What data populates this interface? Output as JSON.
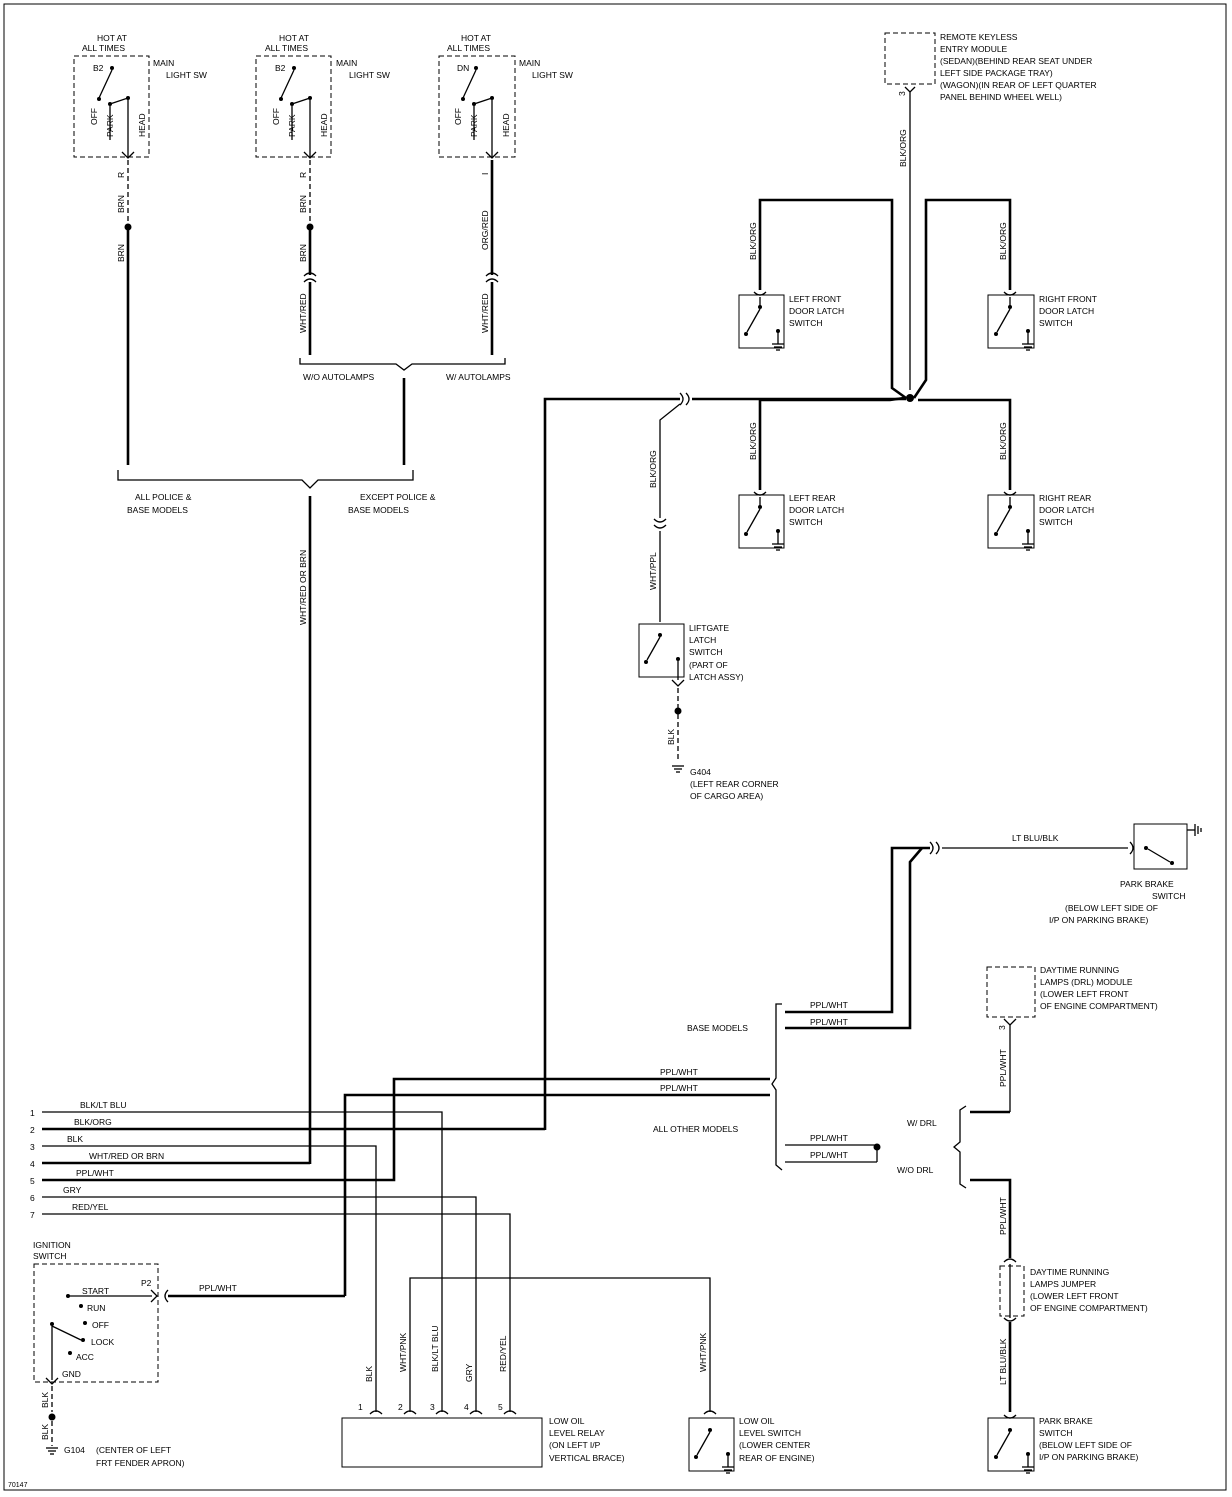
{
  "figure_id": "70147",
  "main_light_switches": [
    {
      "hot": [
        "HOT AT",
        "ALL TIMES"
      ],
      "terminal": "B2",
      "name": [
        "MAIN",
        "LIGHT SW"
      ],
      "pos": [
        "OFF",
        "PARK",
        "HEAD"
      ],
      "out_pin": "R",
      "wire1": "BRN",
      "wire2": "BRN"
    },
    {
      "hot": [
        "HOT AT",
        "ALL TIMES"
      ],
      "terminal": "B2",
      "name": [
        "MAIN",
        "LIGHT SW"
      ],
      "pos": [
        "OFF",
        "PARK",
        "HEAD"
      ],
      "out_pin": "R",
      "wire1": "BRN",
      "wire2": "BRN",
      "wire3": "WHT/RED"
    },
    {
      "hot": [
        "HOT AT",
        "ALL TIMES"
      ],
      "terminal": "DN",
      "name": [
        "MAIN",
        "LIGHT SW"
      ],
      "pos": [
        "OFF",
        "PARK",
        "HEAD"
      ],
      "out_pin": "I",
      "wire1": "ORG/RED",
      "wire3": "WHT/RED"
    }
  ],
  "variants": {
    "wo_autolamps": "W/O AUTOLAMPS",
    "w_autolamps": "W/ AUTOLAMPS"
  },
  "police": {
    "left": [
      "ALL POLICE &",
      "BASE MODELS"
    ],
    "right": [
      "EXCEPT POLICE &",
      "BASE MODELS"
    ],
    "wire": "WHT/RED OR BRN"
  },
  "rke_module": {
    "lines": [
      "REMOTE KEYLESS",
      "ENTRY MODULE",
      "(SEDAN)(BEHIND REAR SEAT UNDER",
      "LEFT SIDE PACKAGE TRAY)",
      "(WAGON)(IN REAR OF LEFT QUARTER",
      "PANEL BEHIND WHEEL WELL)"
    ],
    "pin": "3",
    "wire": "BLK/ORG"
  },
  "door_switches": [
    {
      "lines": [
        "LEFT FRONT",
        "DOOR LATCH",
        "SWITCH"
      ],
      "wire": "BLK/ORG"
    },
    {
      "lines": [
        "RIGHT FRONT",
        "DOOR LATCH",
        "SWITCH"
      ],
      "wire": "BLK/ORG"
    },
    {
      "lines": [
        "LEFT REAR",
        "DOOR LATCH",
        "SWITCH"
      ],
      "wire": "BLK/ORG"
    },
    {
      "lines": [
        "RIGHT REAR",
        "DOOR LATCH",
        "SWITCH"
      ],
      "wire": "BLK/ORG"
    }
  ],
  "liftgate": {
    "lines": [
      "LIFTGATE",
      "LATCH",
      "SWITCH",
      "(PART OF",
      "LATCH ASSY)"
    ],
    "wire_top": "BLK/ORG",
    "wire_mid": "WHT/PPL",
    "wire_gnd": "BLK"
  },
  "g404": [
    "G404",
    "(LEFT REAR CORNER",
    "OF CARGO AREA)"
  ],
  "park_brake_top": {
    "wire": "LT BLU/BLK",
    "lines": [
      "PARK BRAKE",
      "SWITCH",
      "(BELOW LEFT SIDE OF",
      "I/P ON PARKING BRAKE)"
    ]
  },
  "drl_module": {
    "lines": [
      "DAYTIME RUNNING",
      "LAMPS (DRL) MODULE",
      "(LOWER LEFT FRONT",
      "OF ENGINE COMPARTMENT)"
    ],
    "pin": "3",
    "wire": "PPL/WHT"
  },
  "models": {
    "base": "BASE MODELS",
    "other": "ALL OTHER MODELS",
    "w_drl": "W/ DRL",
    "wo_drl": "W/O DRL",
    "ppl_wht": "PPL/WHT"
  },
  "drl_jumper": {
    "lines": [
      "DAYTIME RUNNING",
      "LAMPS JUMPER",
      "(LOWER LEFT FRONT",
      "OF ENGINE COMPARTMENT)"
    ],
    "wire_top": "PPL/WHT",
    "wire_bottom": "LT BLU/BLK"
  },
  "connector_pins": [
    {
      "num": "1",
      "wire": "BLK/LT BLU"
    },
    {
      "num": "2",
      "wire": "BLK/ORG"
    },
    {
      "num": "3",
      "wire": "BLK"
    },
    {
      "num": "4",
      "wire": "WHT/RED OR BRN"
    },
    {
      "num": "5",
      "wire": "PPL/WHT"
    },
    {
      "num": "6",
      "wire": "GRY"
    },
    {
      "num": "7",
      "wire": "RED/YEL"
    }
  ],
  "ignition": {
    "title": [
      "IGNITION",
      "SWITCH"
    ],
    "positions": [
      "START",
      "RUN",
      "OFF",
      "LOCK",
      "ACC",
      "GND"
    ],
    "pin": "P2",
    "wire": "PPL/WHT",
    "gnd_wire": "BLK",
    "gnd_wire2": "BLK",
    "ground": "G104",
    "ground_desc": [
      "(CENTER OF LEFT",
      "FRT FENDER APRON)"
    ]
  },
  "oil_relay": {
    "lines": [
      "LOW OIL",
      "LEVEL RELAY",
      "(ON LEFT I/P",
      "VERTICAL BRACE)"
    ],
    "pins": [
      "1",
      "2",
      "3",
      "4",
      "5"
    ],
    "wires": [
      "BLK",
      "WHT/PNK",
      "BLK/LT BLU",
      "GRY",
      "RED/YEL"
    ]
  },
  "oil_switch": {
    "lines": [
      "LOW OIL",
      "LEVEL SWITCH",
      "(LOWER CENTER",
      "REAR OF ENGINE)"
    ],
    "wire": "WHT/PNK"
  },
  "park_brake_bottom": {
    "lines": [
      "PARK BRAKE",
      "SWITCH",
      "(BELOW LEFT SIDE OF",
      "I/P ON PARKING BRAKE)"
    ]
  }
}
